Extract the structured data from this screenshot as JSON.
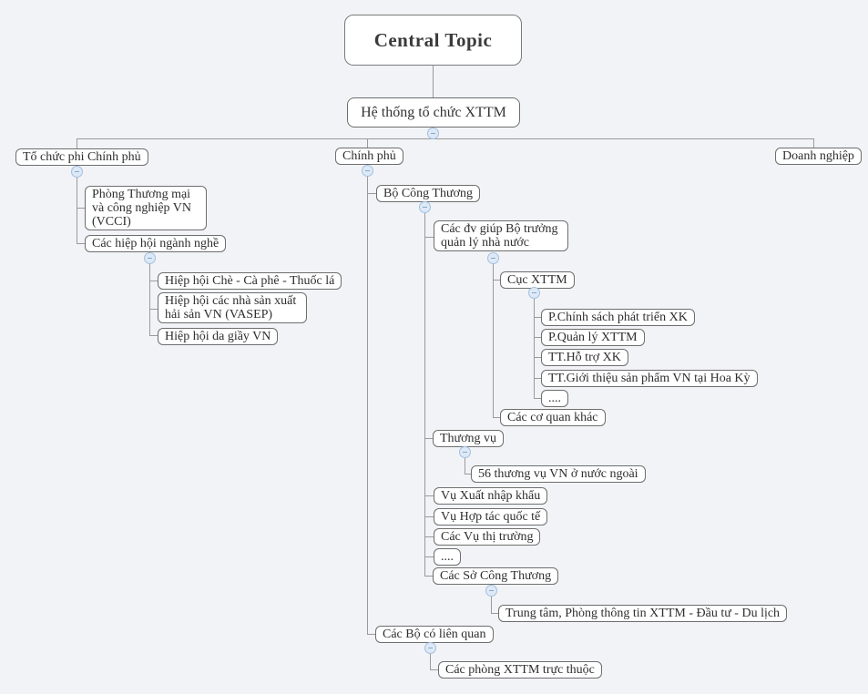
{
  "colors": {
    "canvas_bg": "#f1f3f7",
    "node_bg": "#ffffff",
    "node_border": "#6e6e6e",
    "connector_line": "#9a9a9a",
    "text": "#2e2e2e",
    "collapse_fill": "#dde9f7",
    "collapse_border": "#a3c0dd",
    "collapse_glyph": "#86a7ca"
  },
  "map": {
    "central": {
      "label": "Central Topic"
    },
    "root": {
      "label": "Hệ thống tổ chức XTTM",
      "children": {
        "ngo": {
          "label": "Tổ chức phi Chính phủ",
          "children": {
            "vcci": {
              "label": "Phòng Thương mại và công nghiệp VN (VCCI)"
            },
            "hiephoi": {
              "label": "Các hiệp hội ngành nghề",
              "children": {
                "che": {
                  "label": "Hiệp hội Chè - Cà phê - Thuốc lá"
                },
                "vasep": {
                  "label": "Hiệp hội các nhà sản xuất hải sản VN (VASEP)"
                },
                "dagiay": {
                  "label": "Hiệp hội da giầy VN"
                }
              }
            }
          }
        },
        "gov": {
          "label": "Chính phủ",
          "children": {
            "bct": {
              "label": "Bộ Công Thương",
              "children": {
                "dv": {
                  "label": "Các đv giúp Bộ trưởng quản lý nhà nước",
                  "children": {
                    "cuc": {
                      "label": "Cục XTTM",
                      "children": {
                        "p_chinhsach": {
                          "label": "P.Chính sách phát triển XK"
                        },
                        "p_quanly": {
                          "label": "P.Quản lý XTTM"
                        },
                        "tt_hotro": {
                          "label": "TT.Hỗ trợ XK"
                        },
                        "tt_gioithieu": {
                          "label": "TT.Giới thiệu sản phẩm VN tại Hoa Kỳ"
                        },
                        "more": {
                          "label": "...."
                        }
                      }
                    },
                    "coquan": {
                      "label": "Các cơ quan khác"
                    }
                  }
                },
                "thuongvu": {
                  "label": "Thương vụ",
                  "children": {
                    "tv56": {
                      "label": "56 thương vụ VN ở nước ngoài"
                    }
                  }
                },
                "vuxnk": {
                  "label": "Vụ Xuất nhập khẩu"
                },
                "vuhtqt": {
                  "label": "Vụ Hợp tác quốc tế"
                },
                "vutt": {
                  "label": "Các Vụ thị trường"
                },
                "more": {
                  "label": "...."
                },
                "soct": {
                  "label": "Các Sở Công Thương",
                  "children": {
                    "trungtam": {
                      "label": "Trung tâm, Phòng thông tin XTTM - Đầu tư - Du lịch"
                    }
                  }
                }
              }
            },
            "cacbo": {
              "label": "Các Bộ có liên quan",
              "children": {
                "phong": {
                  "label": "Các phòng XTTM trực thuộc"
                }
              }
            }
          }
        },
        "enterprise": {
          "label": "Doanh nghiệp"
        }
      }
    }
  }
}
